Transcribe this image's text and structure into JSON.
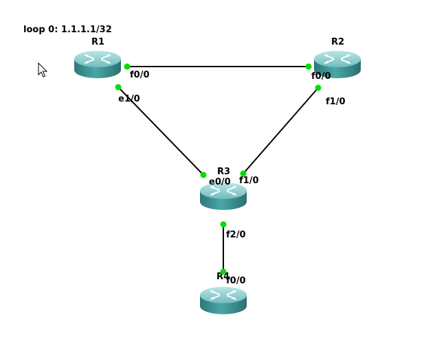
{
  "note": {
    "text": "loop 0: 1.1.1.1/32"
  },
  "routers": [
    {
      "id": "R1",
      "label": "R1",
      "icon": "router-icon"
    },
    {
      "id": "R2",
      "label": "R2",
      "icon": "router-icon"
    },
    {
      "id": "R3",
      "label": "R3",
      "icon": "router-icon"
    },
    {
      "id": "R4",
      "label": "R4",
      "icon": "router-icon"
    }
  ],
  "links": [
    {
      "from": "R1",
      "from_port": "f0/0",
      "to": "R2",
      "to_port": "f0/0"
    },
    {
      "from": "R1",
      "from_port": "e1/0",
      "to": "R3",
      "to_port": "e0/0"
    },
    {
      "from": "R2",
      "from_port": "f1/0",
      "to": "R3",
      "to_port": "f1/0"
    },
    {
      "from": "R3",
      "from_port": "f2/0",
      "to": "R4",
      "to_port": "f0/0"
    }
  ],
  "colors": {
    "router_body": "#3f9596",
    "router_top": "#8fd0d1",
    "router_highlight": "#c8eeee",
    "link": "#000000",
    "port_status_up": "#00e000",
    "background": "#ffffff"
  }
}
